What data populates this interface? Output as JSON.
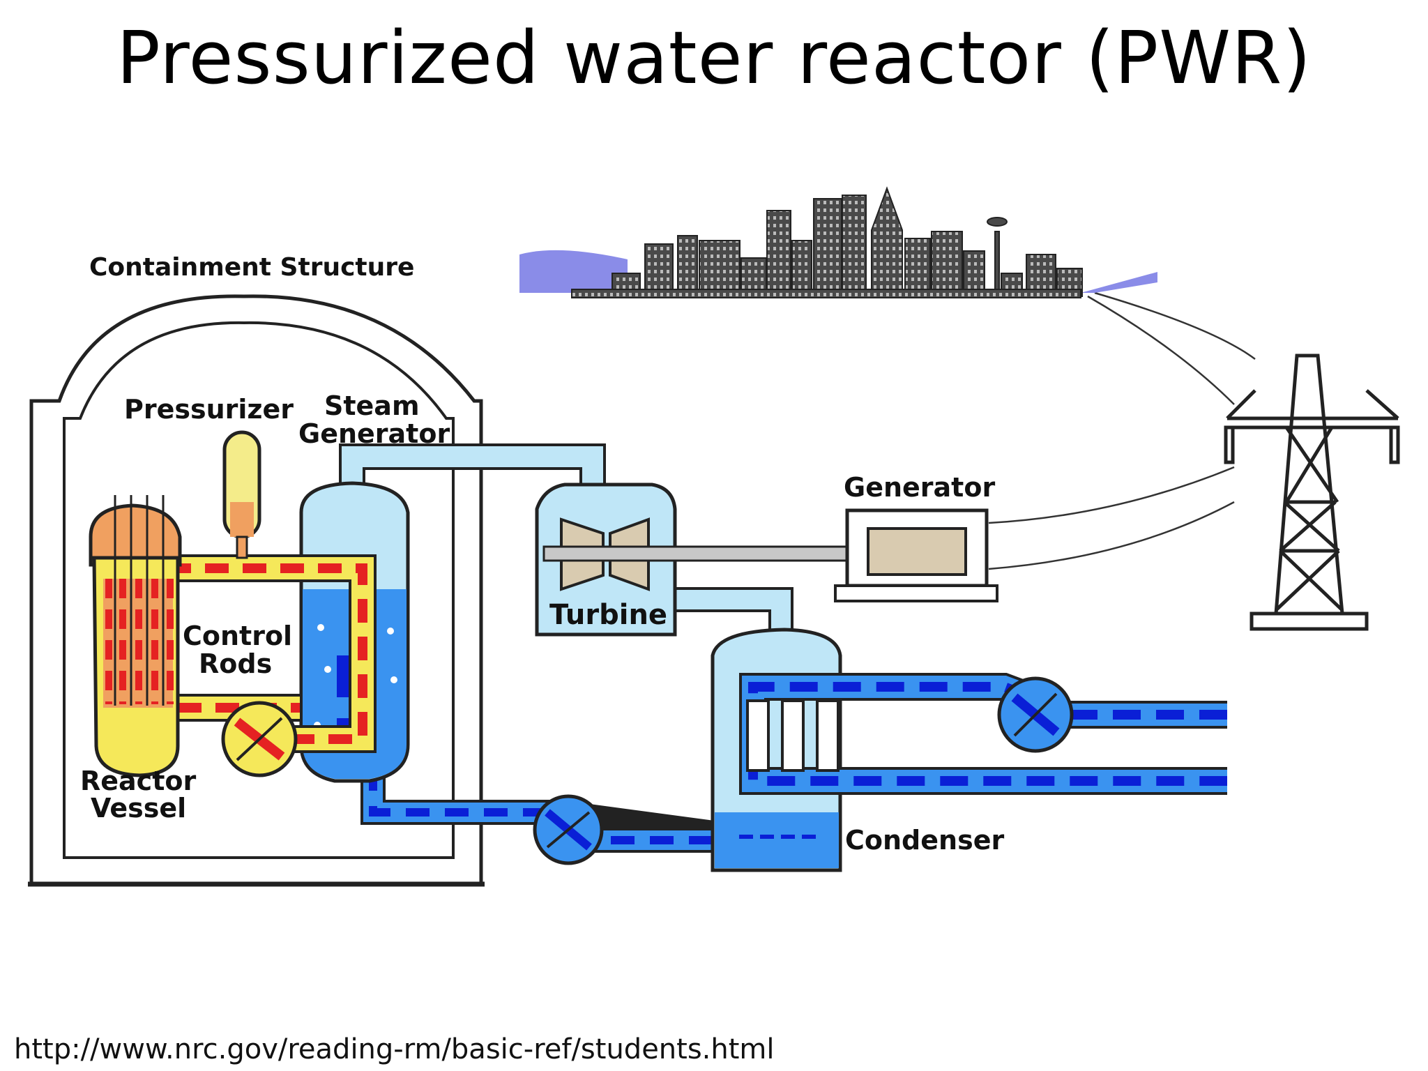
{
  "title": "Pressurized water reactor (PWR)",
  "labels": {
    "containment": "Containment Structure",
    "pressurizer": "Pressurizer",
    "steam_generator_1": "Steam",
    "steam_generator_2": "Generator",
    "control_rods_1": "Control",
    "control_rods_2": "Rods",
    "reactor_vessel_1": "Reactor",
    "reactor_vessel_2": "Vessel",
    "turbine": "Turbine",
    "generator": "Generator",
    "condenser": "Condenser"
  },
  "source_url": "http://www.nrc.gov/reading-rm/basic-ref/students.html",
  "colors": {
    "primary_loop_hot": "#e52222",
    "primary_loop_fill": "#f5e85a",
    "reactor_dome": "#f0a060",
    "pressurizer": "#f4ec8a",
    "steam": "#bfe6f7",
    "water": "#3a93f0",
    "water_dark": "#0a1fd6",
    "skyline": "#555555",
    "sky_water": "#8a8ce8"
  },
  "icons": [
    "pump-icon",
    "turbine-icon",
    "generator-icon",
    "transmission-tower-icon",
    "city-skyline-icon"
  ]
}
